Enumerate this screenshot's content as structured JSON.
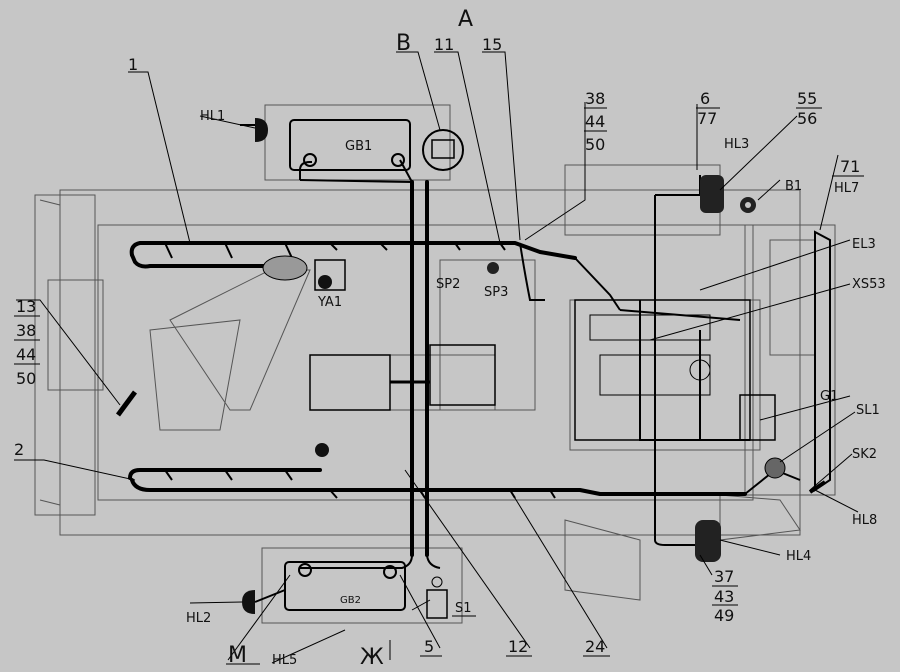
{
  "diagram": {
    "view_label": "A",
    "labels": {
      "harness_1": "1",
      "harness_2": "2",
      "b_top": "B",
      "n11": "11",
      "n15": "15",
      "n38": "38",
      "n44": "44",
      "n50": "50",
      "n6": "6",
      "n77": "77",
      "n55": "55",
      "n56": "56",
      "hl3": "HL3",
      "n71": "71",
      "hl7": "HL7",
      "b1": "B1",
      "el3": "EL3",
      "xs53": "XS53",
      "g1": "G1",
      "sl1": "SL1",
      "sk2": "SK2",
      "hl8": "HL8",
      "hl4": "HL4",
      "n37": "37",
      "n43": "43",
      "n49": "49",
      "n24": "24",
      "n12": "12",
      "n5": "5",
      "s1": "S1",
      "gb2": "GB2",
      "hl2": "HL2",
      "m": "M",
      "hl5": "HL5",
      "zh": "Ж",
      "hl1": "HL1",
      "gb1": "GB1",
      "ya1": "YA1",
      "sp2": "SP2",
      "sp3": "SP3",
      "n13": "13",
      "l38": "38",
      "l44": "44",
      "l50": "50"
    }
  }
}
